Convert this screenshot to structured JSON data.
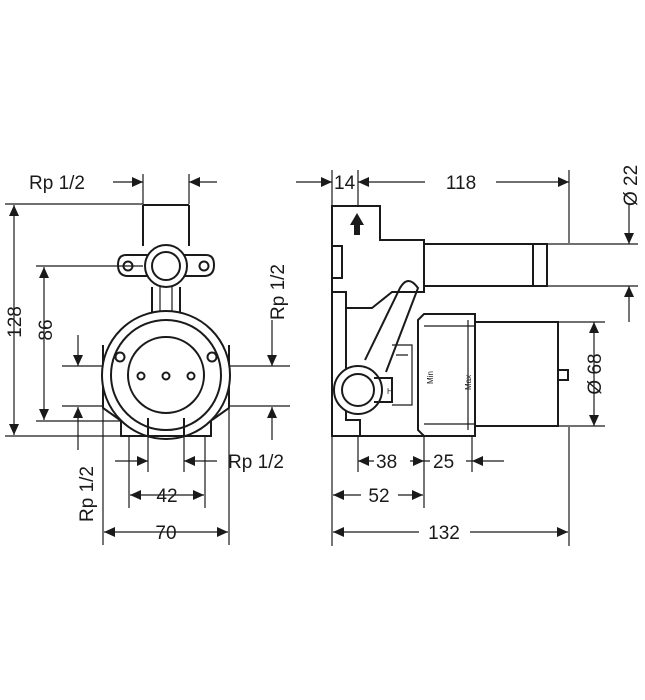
{
  "front_view": {
    "top_inlet_label": "Rp 1/2",
    "side_outlet_label": "Rp 1/2",
    "bottom_left_label": "Rp 1/2",
    "bottom_right_label": "Rp 1/2",
    "dim_height_total": "128",
    "dim_height_inner": "86",
    "dim_width_inner": "42",
    "dim_width_total": "70"
  },
  "side_view": {
    "dim_top_small": "14",
    "dim_top_depth": "118",
    "dim_pipe_diameter": "Ø 22",
    "dim_body_diameter": "Ø 68",
    "dim_38": "38",
    "dim_25": "25",
    "dim_52": "52",
    "dim_total_depth": "132",
    "label_min": "Min",
    "label_max": "Max"
  }
}
